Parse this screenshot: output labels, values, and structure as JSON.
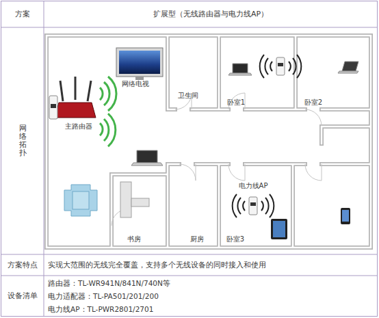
{
  "diagram": {
    "labels": [
      "方案",
      "扩展型（无线路由器与电力线AP）",
      "网络拓扑",
      "网络电视",
      "主路由器",
      "卫生间",
      "卧室1",
      "卧室2",
      "书房",
      "厨房",
      "电力线AP",
      "卧室3",
      "方案特点",
      "实现大范围的无线完全覆盖，支持多个无线设备的同时接入和使用",
      "设备清单",
      "路由器：TL-WR941N/841N/740N等",
      "电力适配器：TL-PA501/201/200",
      "电力线AP：TL-PWR2801/2701"
    ]
  }
}
